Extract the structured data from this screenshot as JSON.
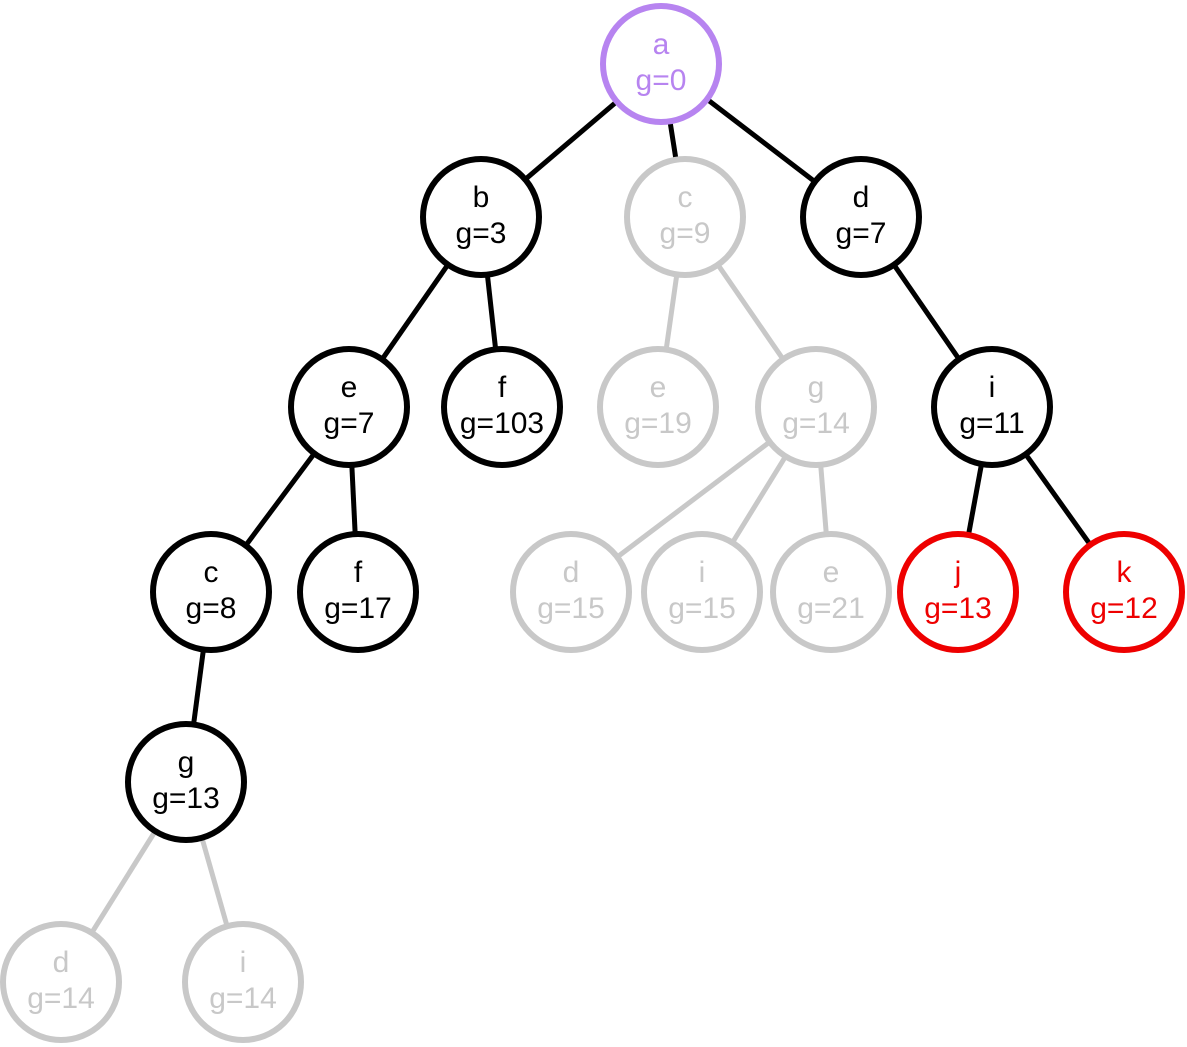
{
  "colors": {
    "expanded": "#000000",
    "pruned": "#c8c8c8",
    "start": "#b784f0",
    "frontier": "#ee0000",
    "fill": "#ffffff"
  },
  "nodes": [
    {
      "id": "n_a",
      "label": "a",
      "cost": "g=0",
      "status": "start"
    },
    {
      "id": "n_b",
      "label": "b",
      "cost": "g=3",
      "status": "expanded"
    },
    {
      "id": "n_c1",
      "label": "c",
      "cost": "g=9",
      "status": "pruned"
    },
    {
      "id": "n_d1",
      "label": "d",
      "cost": "g=7",
      "status": "expanded"
    },
    {
      "id": "n_e1",
      "label": "e",
      "cost": "g=7",
      "status": "expanded"
    },
    {
      "id": "n_f1",
      "label": "f",
      "cost": "g=103",
      "status": "expanded"
    },
    {
      "id": "n_e2",
      "label": "e",
      "cost": "g=19",
      "status": "pruned"
    },
    {
      "id": "n_g1",
      "label": "g",
      "cost": "g=14",
      "status": "pruned"
    },
    {
      "id": "n_i1",
      "label": "i",
      "cost": "g=11",
      "status": "expanded"
    },
    {
      "id": "n_c2",
      "label": "c",
      "cost": "g=8",
      "status": "expanded"
    },
    {
      "id": "n_f2",
      "label": "f",
      "cost": "g=17",
      "status": "expanded"
    },
    {
      "id": "n_d2",
      "label": "d",
      "cost": "g=15",
      "status": "pruned"
    },
    {
      "id": "n_i2",
      "label": "i",
      "cost": "g=15",
      "status": "pruned"
    },
    {
      "id": "n_e3",
      "label": "e",
      "cost": "g=21",
      "status": "pruned"
    },
    {
      "id": "n_j",
      "label": "j",
      "cost": "g=13",
      "status": "frontier"
    },
    {
      "id": "n_k",
      "label": "k",
      "cost": "g=12",
      "status": "frontier"
    },
    {
      "id": "n_g2",
      "label": "g",
      "cost": "g=13",
      "status": "expanded"
    },
    {
      "id": "n_d3",
      "label": "d",
      "cost": "g=14",
      "status": "pruned"
    },
    {
      "id": "n_i3",
      "label": "i",
      "cost": "g=14",
      "status": "pruned"
    }
  ],
  "edges": [
    {
      "from": "n_a",
      "to": "n_b",
      "status": "expanded"
    },
    {
      "from": "n_a",
      "to": "n_c1",
      "status": "expanded"
    },
    {
      "from": "n_a",
      "to": "n_d1",
      "status": "expanded"
    },
    {
      "from": "n_b",
      "to": "n_e1",
      "status": "expanded"
    },
    {
      "from": "n_b",
      "to": "n_f1",
      "status": "expanded"
    },
    {
      "from": "n_c1",
      "to": "n_e2",
      "status": "pruned"
    },
    {
      "from": "n_c1",
      "to": "n_g1",
      "status": "pruned"
    },
    {
      "from": "n_d1",
      "to": "n_i1",
      "status": "expanded"
    },
    {
      "from": "n_e1",
      "to": "n_c2",
      "status": "expanded"
    },
    {
      "from": "n_e1",
      "to": "n_f2",
      "status": "expanded"
    },
    {
      "from": "n_g1",
      "to": "n_d2",
      "status": "pruned"
    },
    {
      "from": "n_g1",
      "to": "n_i2",
      "status": "pruned"
    },
    {
      "from": "n_g1",
      "to": "n_e3",
      "status": "pruned"
    },
    {
      "from": "n_i1",
      "to": "n_j",
      "status": "expanded"
    },
    {
      "from": "n_i1",
      "to": "n_k",
      "status": "expanded"
    },
    {
      "from": "n_c2",
      "to": "n_g2",
      "status": "expanded"
    },
    {
      "from": "n_g2",
      "to": "n_d3",
      "status": "pruned"
    },
    {
      "from": "n_g2",
      "to": "n_i3",
      "status": "pruned"
    }
  ]
}
